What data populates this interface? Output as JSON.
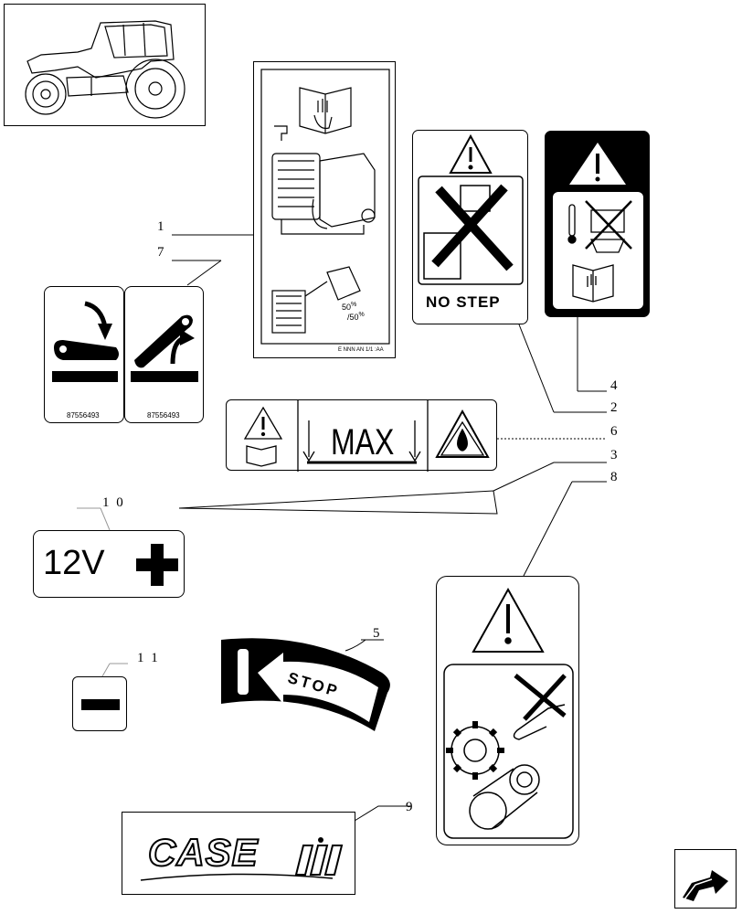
{
  "callouts": {
    "c1": "1",
    "c2": "2",
    "c3": "3",
    "c4": "4",
    "c5": "5",
    "c6": "6",
    "c7": "7",
    "c8": "8",
    "c9": "9",
    "c10": "1 0",
    "c11": "1 1"
  },
  "decals": {
    "coolant_code": "E NNN AN 1/1 :AA",
    "coolant_ratio_top": "50",
    "coolant_ratio_bottom": "50",
    "coolant_pct": "%",
    "no_step": "NO STEP",
    "part_number_left": "87556493",
    "part_number_right": "87556493",
    "max_label": "MAX",
    "battery_voltage": "12V",
    "stop_label": "STOP",
    "brand": "CASE"
  },
  "icons": {
    "tractor": "tractor-icon",
    "warning": "warning-triangle-icon",
    "nav": "next-page-arrow-icon"
  }
}
